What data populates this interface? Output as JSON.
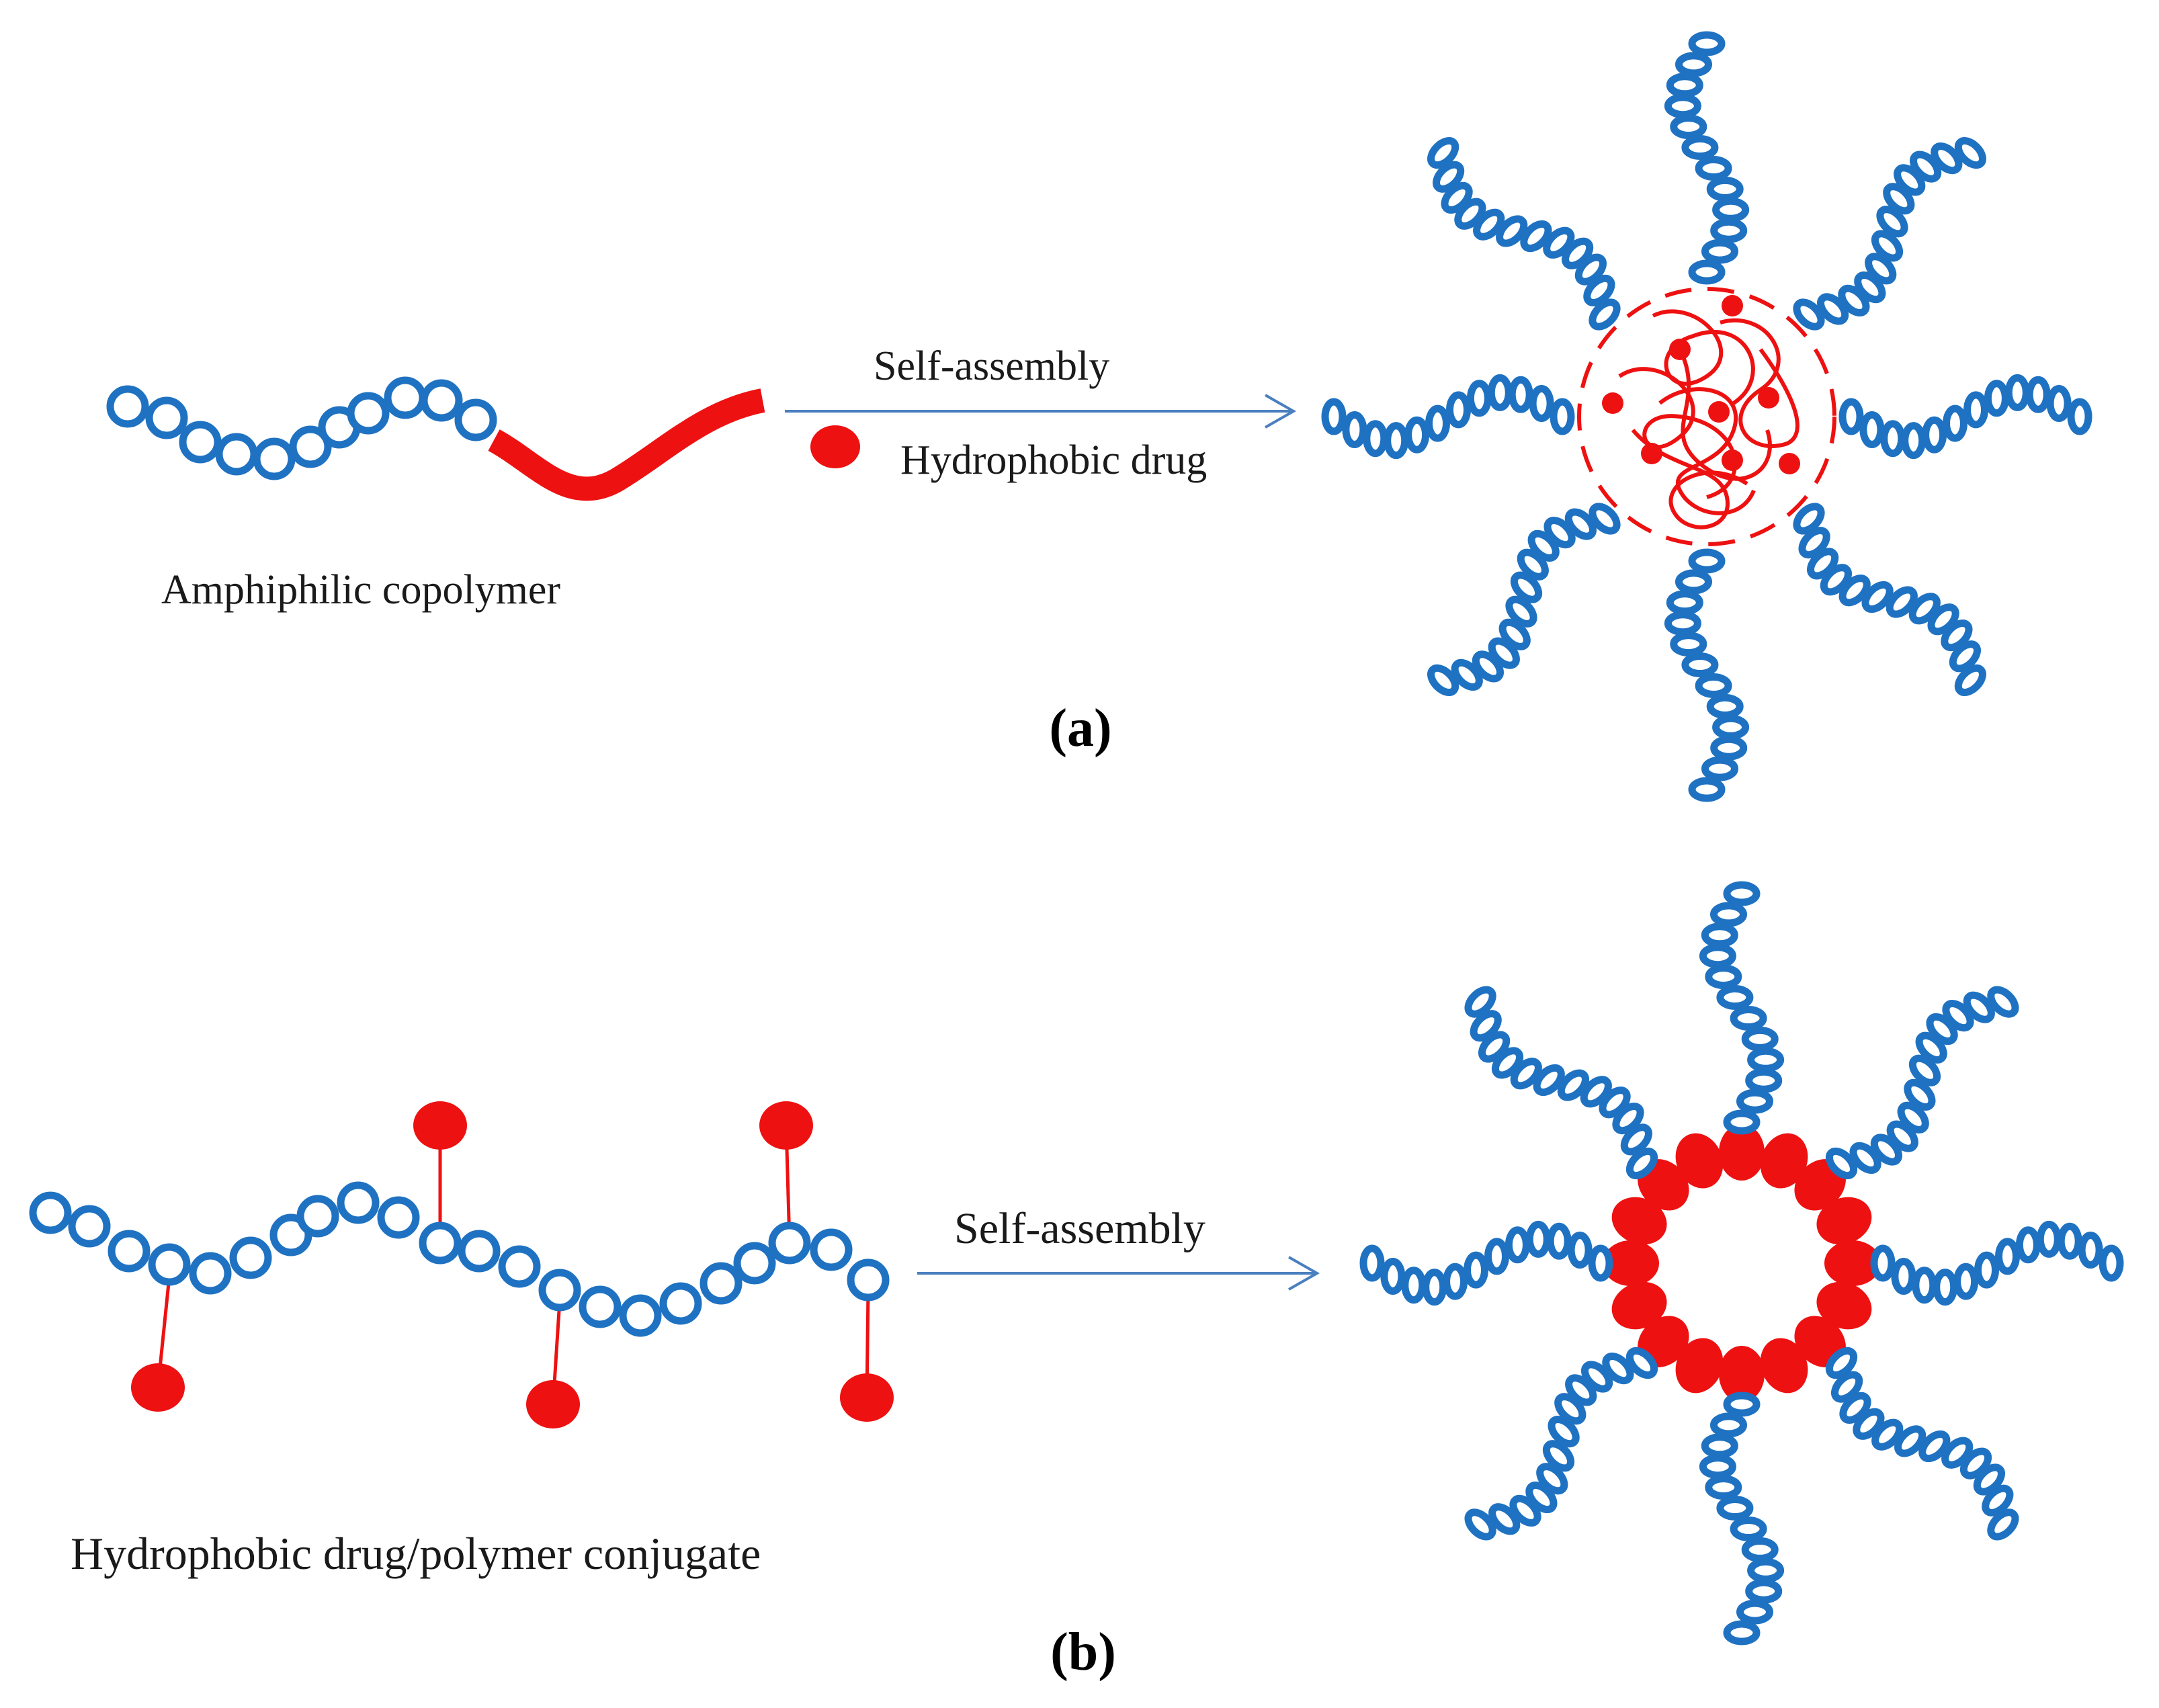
{
  "figure": {
    "panel_a": {
      "label": "(a)",
      "arrow_label": "Self-assembly",
      "drug_legend": "Hydrophobic drug",
      "polymer_caption": "Amphiphilic copolymer"
    },
    "panel_b": {
      "label": "(b)",
      "arrow_label": "Self-assembly",
      "polymer_caption": "Hydrophobic drug/polymer conjugate"
    }
  },
  "colors": {
    "hydrophilic": "#1f72c2",
    "hydrophobic": "#ee1111",
    "arrow": "#4a7fc0"
  }
}
